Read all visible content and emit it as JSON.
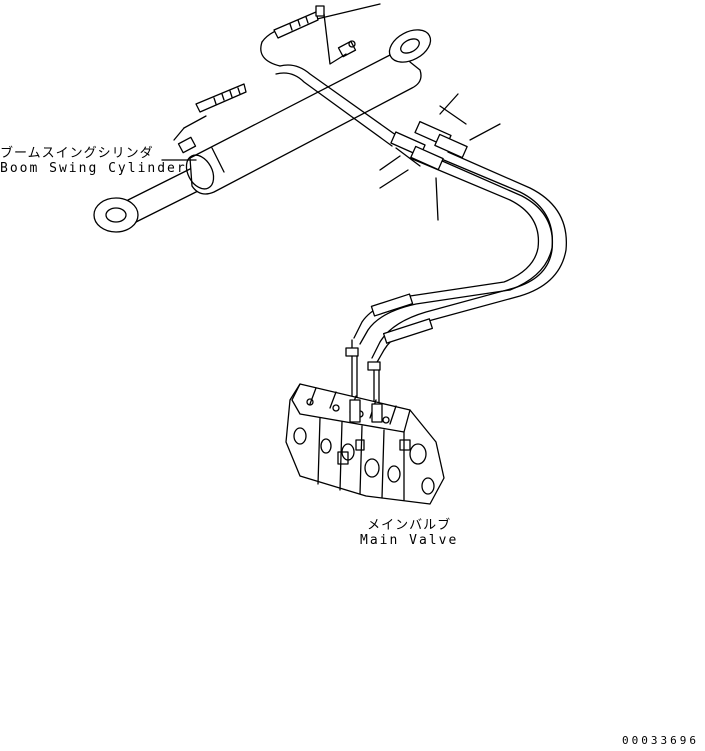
{
  "labels": {
    "boom_swing_cylinder_jp": "ブームスイングシリンダ",
    "boom_swing_cylinder_en": "Boom Swing Cylinder",
    "main_valve_jp": "メインバルブ",
    "main_valve_en": "Main Valve"
  },
  "figure_number": "00033696",
  "colors": {
    "line": "#000000",
    "background": "#ffffff"
  }
}
